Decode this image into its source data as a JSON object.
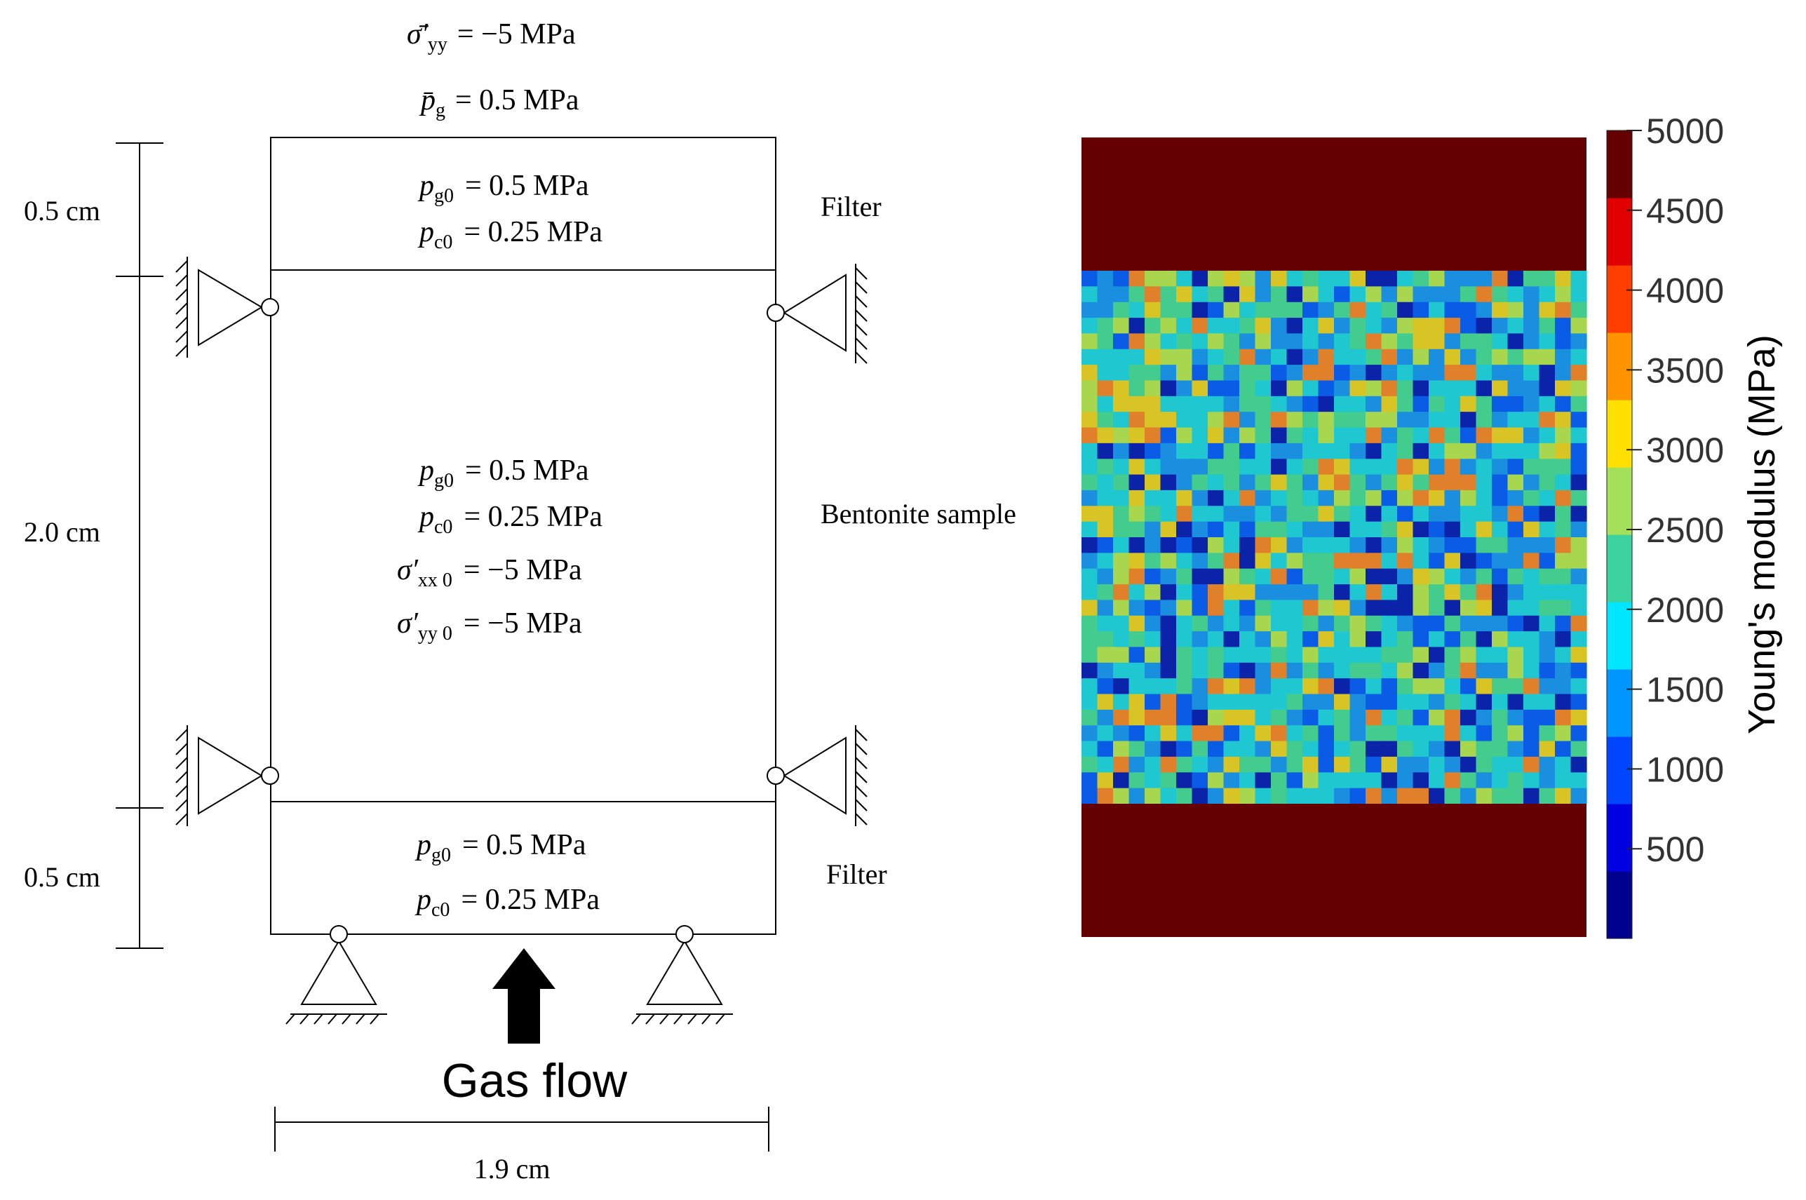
{
  "diagram": {
    "top_boundary": {
      "stress_symbol": "σ̄′",
      "stress_sub": "yy",
      "stress_value": "= −5 MPa",
      "gas_symbol": "p̄",
      "gas_sub": "g",
      "gas_value": "= 0.5 MPa"
    },
    "top_filter": {
      "pg0_sym": "p",
      "pg0_sub": "g0",
      "pg0_val": "= 0.5 MPa",
      "pc0_sym": "p",
      "pc0_sub": "c0",
      "pc0_val": "= 0.25 MPa",
      "label": "Filter"
    },
    "sample": {
      "pg0_sym": "p",
      "pg0_sub": "g0",
      "pg0_val": "= 0.5 MPa",
      "pc0_sym": "p",
      "pc0_sub": "c0",
      "pc0_val": "= 0.25 MPa",
      "sxx_sym": "σ′",
      "sxx_sub": "xx 0",
      "sxx_val": "= −5 MPa",
      "syy_sym": "σ′",
      "syy_sub": "yy 0",
      "syy_val": "= −5 MPa",
      "label": "Bentonite sample"
    },
    "bottom_filter": {
      "pg0_sym": "p",
      "pg0_sub": "g0",
      "pg0_val": "= 0.5 MPa",
      "pc0_sym": "p",
      "pc0_sub": "c0",
      "pc0_val": "= 0.25 MPa",
      "label": "Filter"
    },
    "dimensions": {
      "top_height": "0.5 cm",
      "middle_height": "2.0 cm",
      "bottom_height": "0.5 cm",
      "width": "1.9 cm"
    },
    "gas_flow_label": "Gas flow"
  },
  "colorbar": {
    "title": "Young's modulus (MPa)",
    "ticks": [
      "5000",
      "4500",
      "4000",
      "3500",
      "3000",
      "2500",
      "2000",
      "1500",
      "1000",
      "500"
    ],
    "colors": [
      "#00008f",
      "#0000e0",
      "#0045ff",
      "#0096ff",
      "#00e6ff",
      "#3cd2a0",
      "#a5e05a",
      "#ffe000",
      "#ff9400",
      "#ff3e00",
      "#e00000",
      "#640000"
    ]
  },
  "field_plot": {
    "filter_color": "#640000",
    "sample_palette": [
      "#1fc8d0",
      "#1fc8d0",
      "#1fc8d0",
      "#1a8fe0",
      "#1a8fe0",
      "#44cc8e",
      "#44cc8e",
      "#0a5ce6",
      "#a8d64e",
      "#d8c425",
      "#0a23a8",
      "#e0802a"
    ]
  }
}
